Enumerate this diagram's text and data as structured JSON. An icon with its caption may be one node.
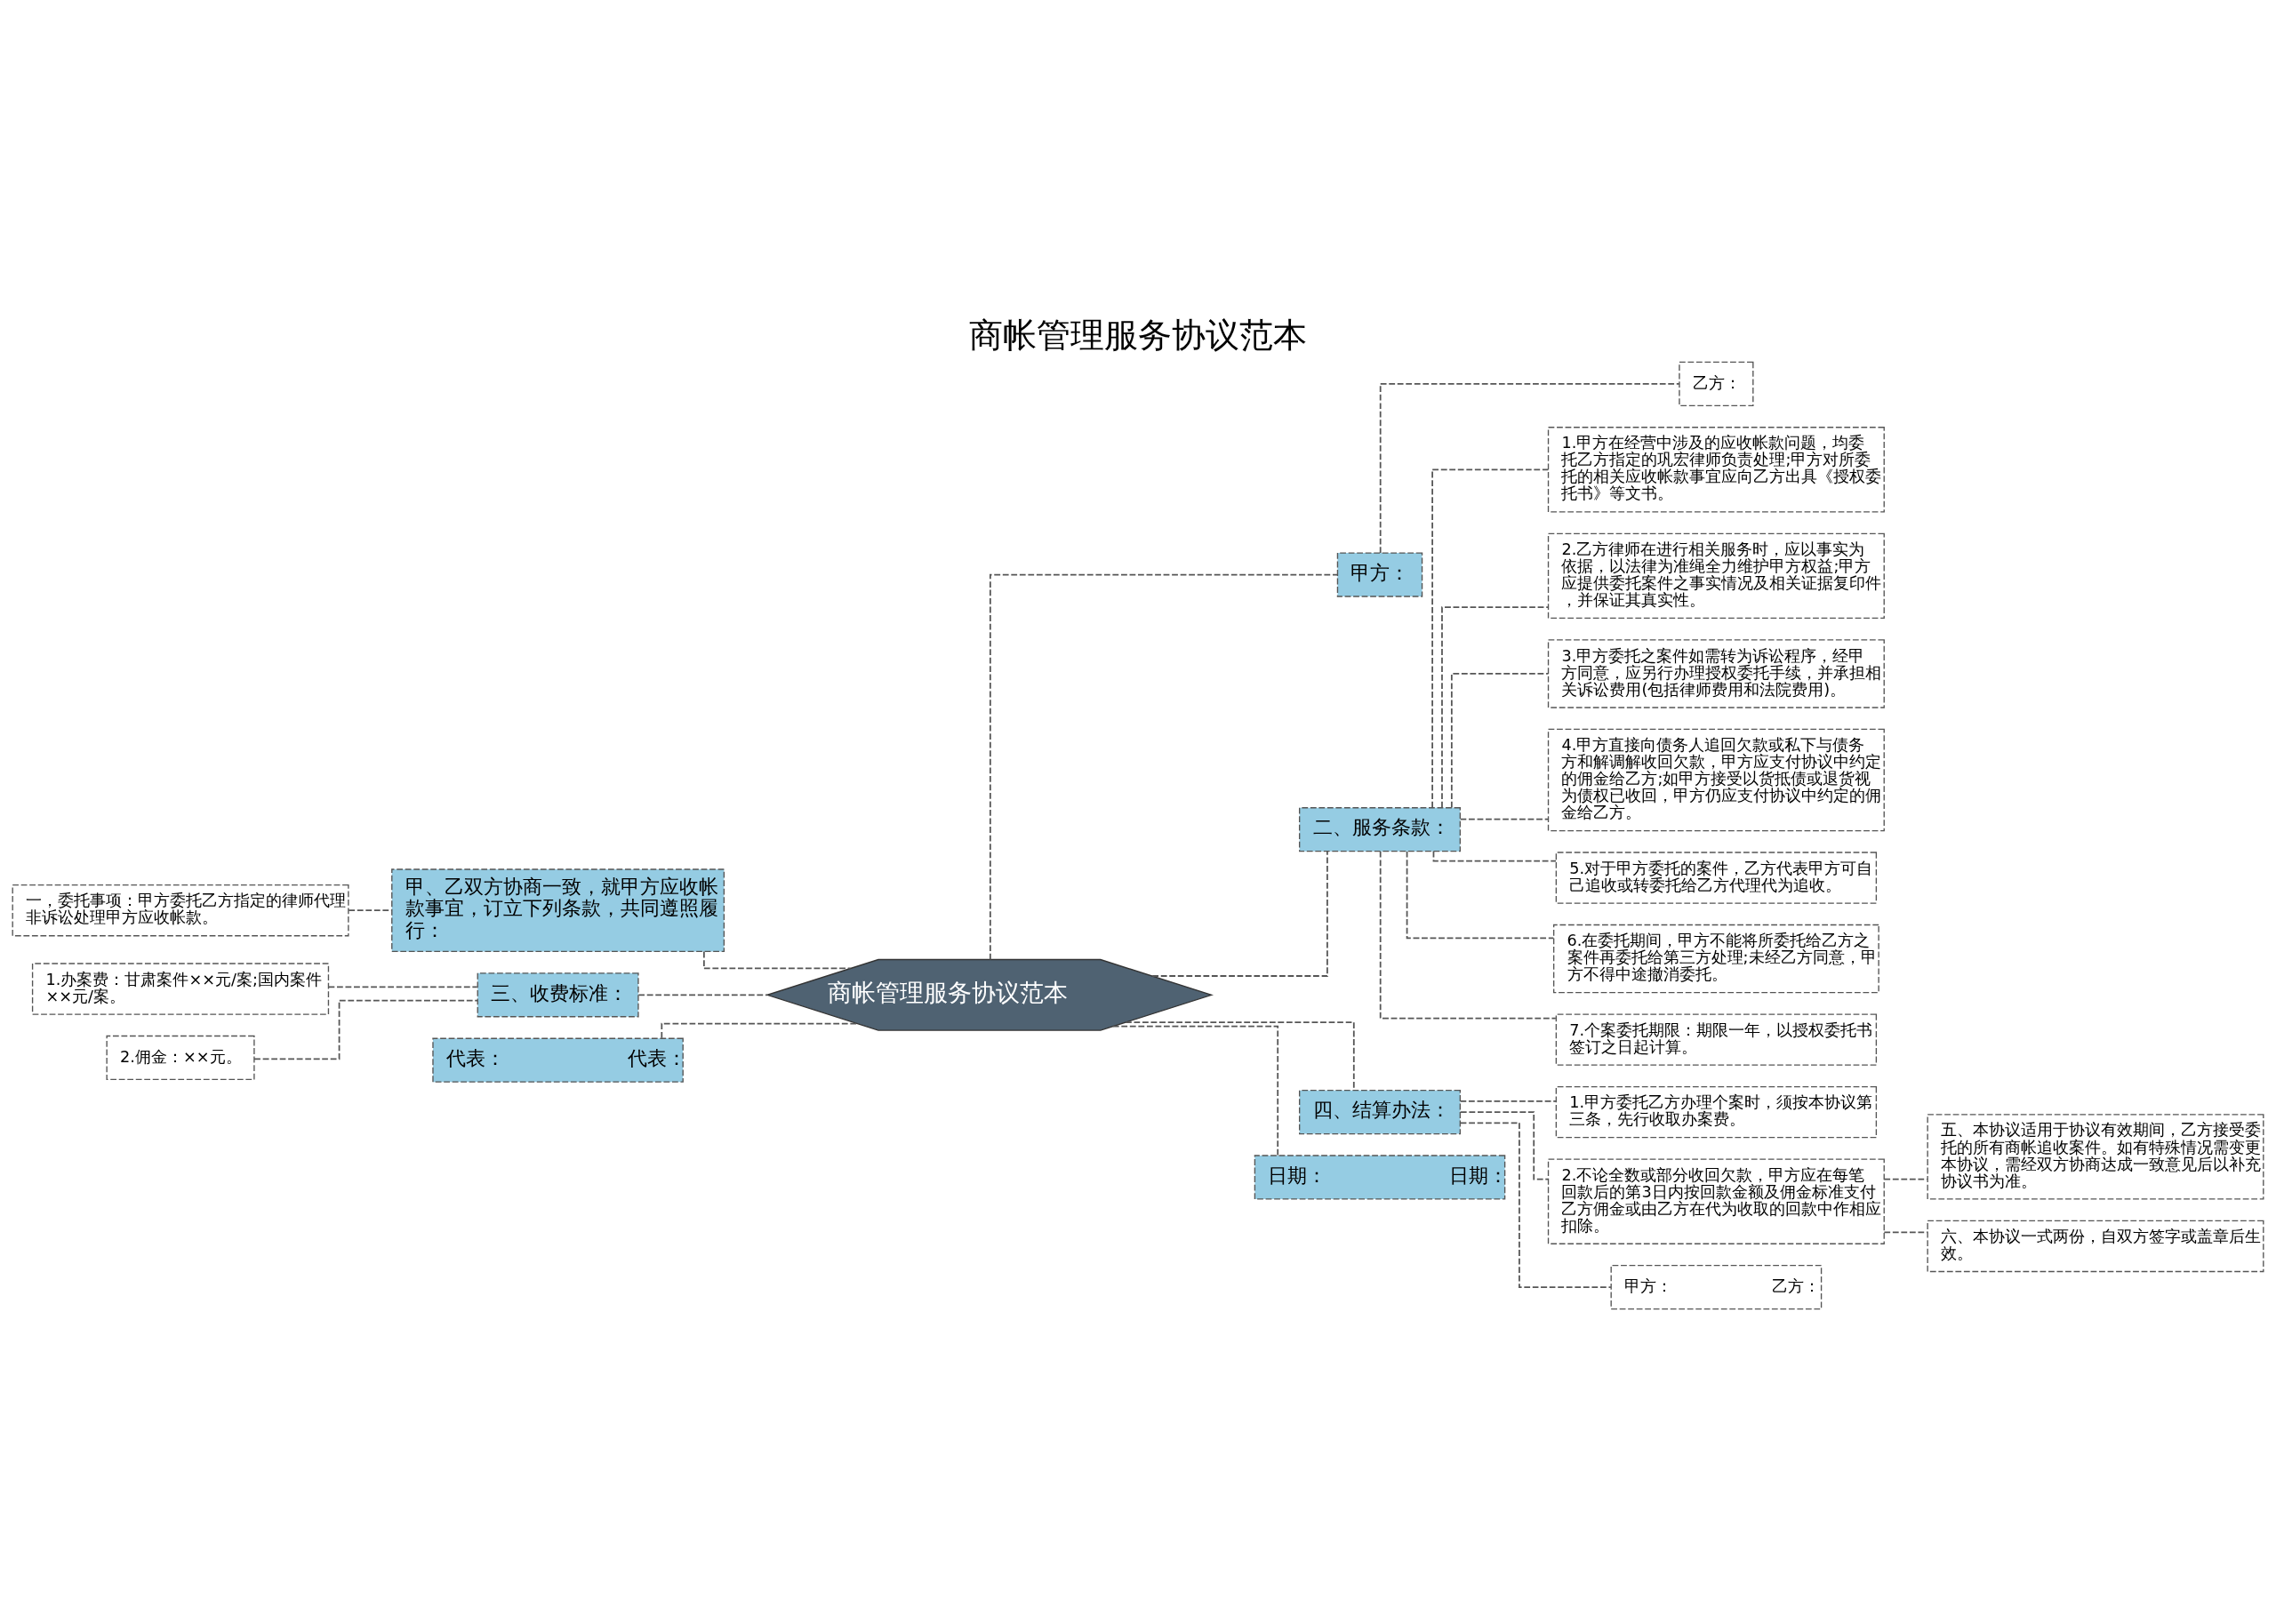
{
  "diagram": {
    "title": "商帐管理服务协议范本",
    "nodes": [
      {
        "text": [
          "商帐管理服务协议范本"
        ]
      },
      {
        "text": [
          "甲方："
        ]
      },
      {
        "text": [
          "乙方："
        ]
      },
      {
        "text": [
          "二、服务条款："
        ]
      },
      {
        "text": [
          "1.甲方在经营中涉及的应收帐款问题，均委托乙方指定的巩宏律师负责处理;甲方对所委托的相关应收帐款事宜应向乙方出具《授权委托书》等文书。"
        ]
      },
      {
        "text": [
          "2.乙方律师在进行相关服务时，应以事实为依据，以法律为准绳全力维护甲方权益;甲方应提供委托案件之事实情况及相关证据复印件，并保证其真实性。"
        ]
      },
      {
        "text": [
          "3.甲方委托之案件如需转为诉讼程序，经甲方同意，应另行办理授权委托手续，并承担相关诉讼费用(包括律师费用和法院费用)。"
        ]
      },
      {
        "text": [
          "4.甲方直接向债务人追回欠款或私下与债务方和解调解收回欠款，甲方应支付协议中约定的佣金给乙方;如甲方接受以货抵债或退货视为债权已收回，甲方仍应支付协议中约定的佣金给乙方。"
        ]
      },
      {
        "text": [
          "5.对于甲方委托的案件，乙方代表甲方可自己追收或转委托给乙方代理代为追收。"
        ]
      },
      {
        "text": [
          "6.在委托期间，甲方不能将所委托给乙方之案件再委托给第三方处理;未经乙方同意，甲方不得中途撤消委托。"
        ]
      },
      {
        "text": [
          "7.个案委托期限：期限一年，以授权委托书签订之日起计算。"
        ]
      },
      {
        "text": [
          "四、结算办法："
        ]
      },
      {
        "text": [
          "1.甲方委托乙方办理个案时，须按本协议第三条，先行收取办案费。"
        ]
      },
      {
        "text": [
          "2.不论全数或部分收回欠款，甲方应在每笔回款后的第3日内按回款金额及佣金标准支付乙方佣金或由乙方在代为收取的回款中作相应扣除。"
        ]
      },
      {
        "text": [
          "五、本协议适用于协议有效期间，乙方接受委托的所有商帐追收案件。如有特殊情况需变更本协议，需经双方协商达成一致意见后以补充协议书为准。"
        ]
      },
      {
        "text": [
          "六、本协议一式两份，自双方签字或盖章后生效。"
        ]
      },
      {
        "text": [
          "甲方：",
          "乙方："
        ]
      },
      {
        "text": [
          "日期：",
          "日期："
        ]
      },
      {
        "text": [
          "甲、乙双方协商一致，就甲方应收帐款事宜，订立下列条款，共同遵照履行："
        ]
      },
      {
        "text": [
          "一，委托事项：甲方委托乙方指定的律师代理非诉讼处理甲方应收帐款。"
        ]
      },
      {
        "text": [
          "三、收费标准："
        ]
      },
      {
        "text": [
          "1.办案费：甘肃案件××元/案;国内案件××元/案。"
        ]
      },
      {
        "text": [
          "2.佣金：××元。"
        ]
      },
      {
        "text": [
          "代表：",
          "代表："
        ]
      }
    ],
    "edges": [
      {
        "from": 0,
        "to": 1,
        "arrow": "none",
        "style": "dashed"
      },
      {
        "from": 1,
        "to": 2,
        "arrow": "none",
        "style": "dashed"
      },
      {
        "from": 0,
        "to": 3,
        "arrow": "none",
        "style": "dashed"
      },
      {
        "from": 3,
        "to": 4,
        "arrow": "none",
        "style": "dashed"
      },
      {
        "from": 3,
        "to": 5,
        "arrow": "none",
        "style": "dashed"
      },
      {
        "from": 3,
        "to": 6,
        "arrow": "none",
        "style": "dashed"
      },
      {
        "from": 3,
        "to": 7,
        "arrow": "none",
        "style": "dashed"
      },
      {
        "from": 3,
        "to": 8,
        "arrow": "none",
        "style": "dashed"
      },
      {
        "from": 3,
        "to": 9,
        "arrow": "none",
        "style": "dashed"
      },
      {
        "from": 3,
        "to": 10,
        "arrow": "none",
        "style": "dashed"
      },
      {
        "from": 0,
        "to": 11,
        "arrow": "none",
        "style": "dashed"
      },
      {
        "from": 11,
        "to": 12,
        "arrow": "none",
        "style": "dashed"
      },
      {
        "from": 11,
        "to": 13,
        "arrow": "none",
        "style": "dashed"
      },
      {
        "from": 13,
        "to": 14,
        "arrow": "none",
        "style": "dashed"
      },
      {
        "from": 13,
        "to": 15,
        "arrow": "none",
        "style": "dashed"
      },
      {
        "from": 11,
        "to": 16,
        "arrow": "none",
        "style": "dashed"
      },
      {
        "from": 0,
        "to": 17,
        "arrow": "none",
        "style": "dashed"
      },
      {
        "from": 0,
        "to": 18,
        "arrow": "none",
        "style": "dashed"
      },
      {
        "from": 18,
        "to": 19,
        "arrow": "none",
        "style": "dashed"
      },
      {
        "from": 0,
        "to": 20,
        "arrow": "none",
        "style": "dashed"
      },
      {
        "from": 20,
        "to": 21,
        "arrow": "none",
        "style": "dashed"
      },
      {
        "from": 20,
        "to": 22,
        "arrow": "none",
        "style": "dashed"
      },
      {
        "from": 0,
        "to": 23,
        "arrow": "none",
        "style": "dashed"
      }
    ]
  }
}
